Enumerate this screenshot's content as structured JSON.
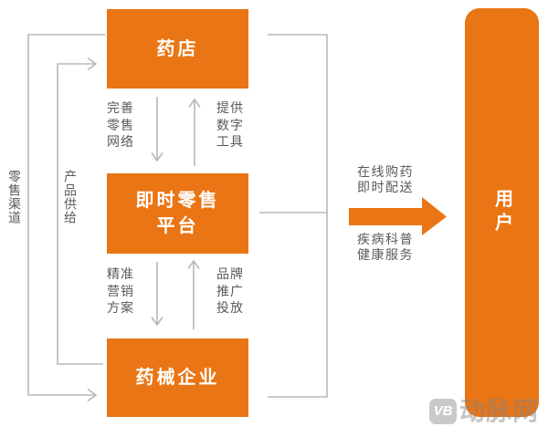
{
  "diagram": {
    "nodes": {
      "pharmacy": {
        "label": "药店"
      },
      "platform": {
        "label": "即时零售\n平台"
      },
      "device_company": {
        "label": "药械企业"
      },
      "user": {
        "label": "用户"
      }
    },
    "edge_labels": {
      "retail_channel": "零售渠道",
      "product_supply": "产品供给",
      "improve_retail_network": "完善\n零售\n网络",
      "provide_digital_tools": "提供\n数字\n工具",
      "precise_marketing_plan": "精准\n营销\n方案",
      "brand_promotion": "品牌\n推广\n投放",
      "online_purchase_delivery": "在线购药\n即时配送",
      "disease_health_service": "疾病科普\n健康服务"
    },
    "colors": {
      "accent_orange": "#EA7514",
      "connector_gray": "#B8B8B8",
      "label_text": "#5A5A5A",
      "node_text": "#FFFFFF",
      "watermark_gray": "#C9C9C9"
    }
  },
  "watermark": {
    "logo": "VB",
    "brand": "动脉网"
  }
}
